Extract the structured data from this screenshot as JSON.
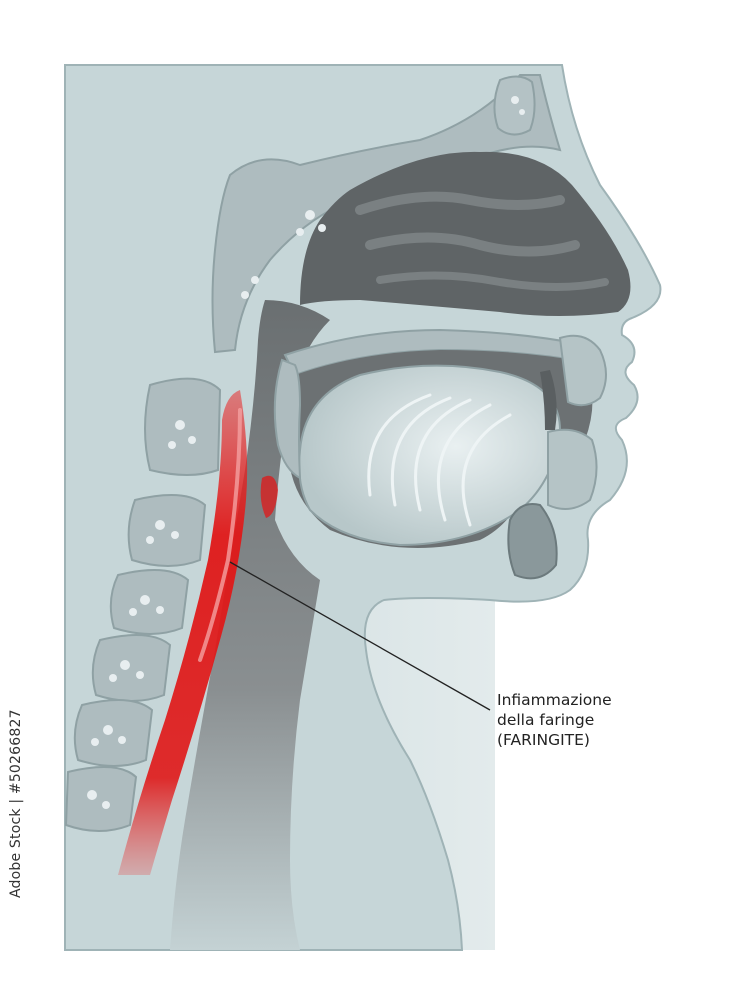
{
  "diagram": {
    "annotation": {
      "lines": [
        "Infiammazione",
        "della faringe",
        "(FARINGITE)"
      ]
    },
    "stock_id": "Adobe Stock | #50266827",
    "colors": {
      "skin": "#b9cdd0",
      "bone": "#aebcbf",
      "cavity": "#5f6466",
      "throat": "#7d8284",
      "inflammation": "#e01818",
      "tongue": "#c7d4d6"
    }
  }
}
